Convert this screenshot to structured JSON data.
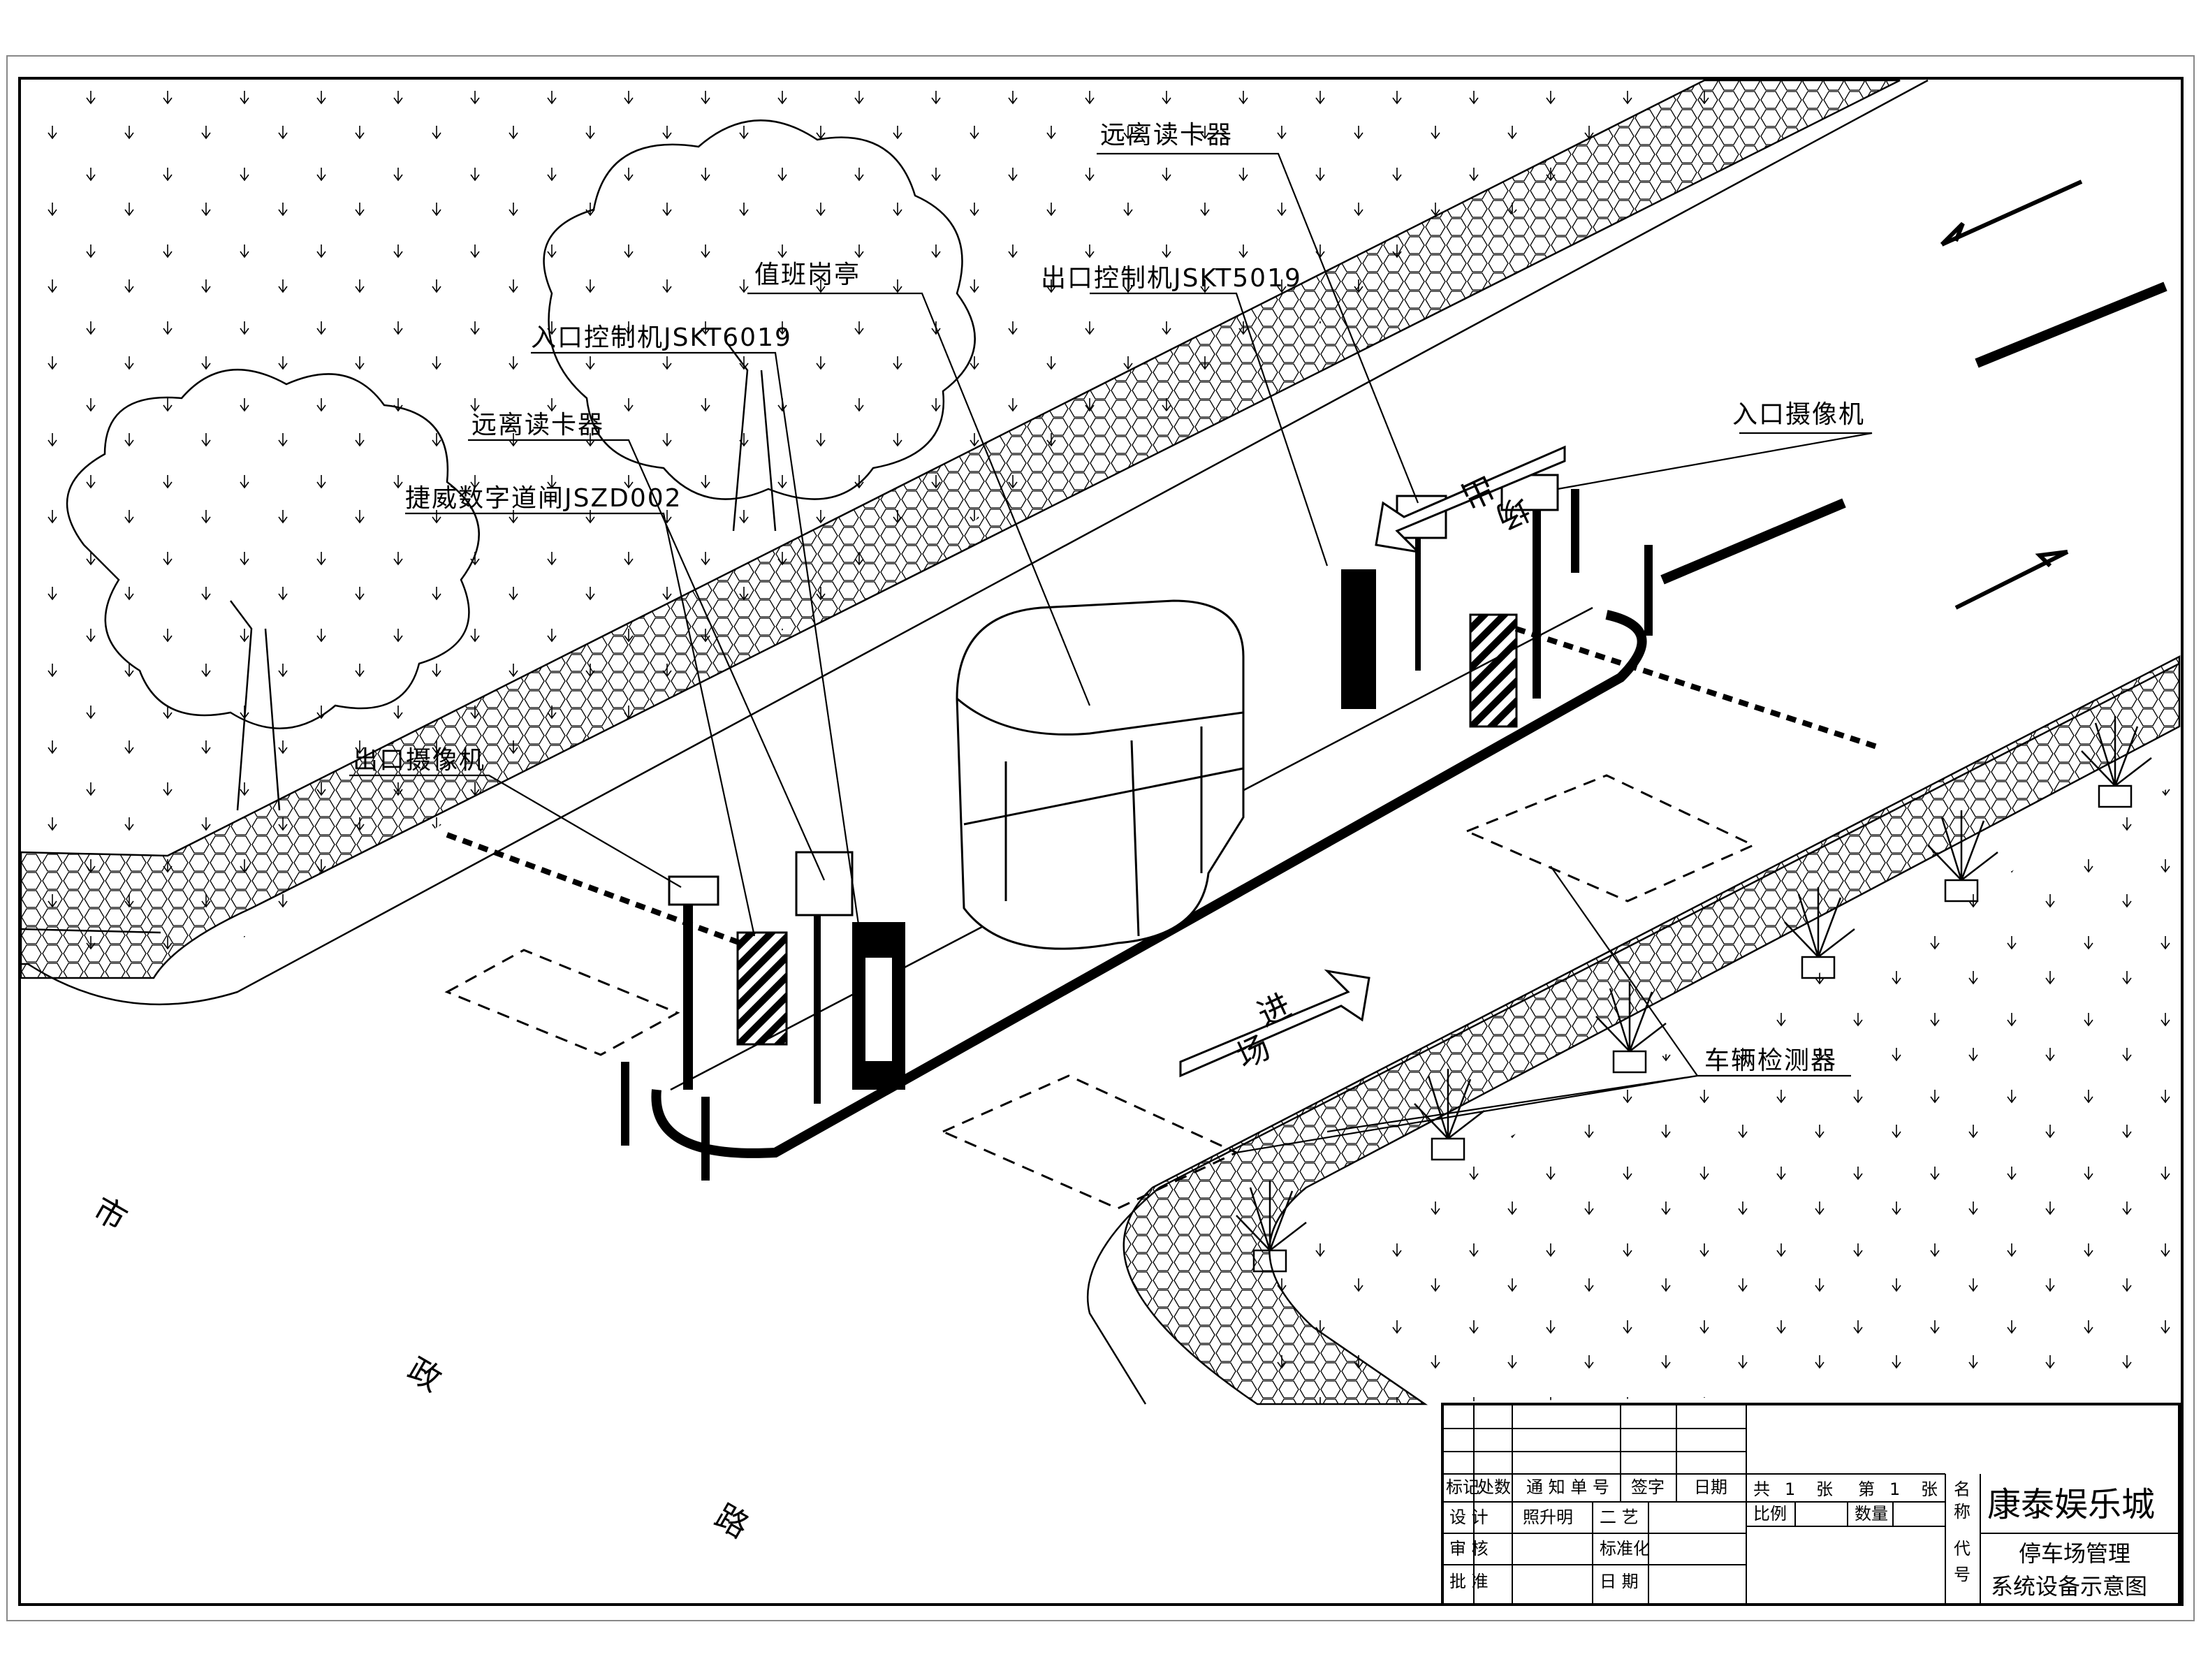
{
  "labels": {
    "remote_reader_top": "远离读卡器",
    "exit_controller": "出口控制机JSKT5019",
    "guard_booth": "值班岗亭",
    "entry_controller": "入口控制机JSKT6019",
    "entry_camera": "入口摄像机",
    "remote_reader_left": "远离读卡器",
    "barrier_gate": "捷威数字道闸JSZD002",
    "exit_camera": "出口摄像机",
    "vehicle_detector": "车辆检测器"
  },
  "road": {
    "shi": "市",
    "zheng": "政",
    "lu": "路"
  },
  "arrows": {
    "in_1": "进",
    "in_2": "场",
    "out_1": "出",
    "out_2": "场"
  },
  "title_block": {
    "header_cells": [
      "标记",
      "处数",
      "通 知 单 号",
      "签字",
      "日期"
    ],
    "row_design": [
      "设 计",
      "照升明",
      "二 艺"
    ],
    "row_review": [
      "审 核",
      "",
      "标准化"
    ],
    "row_approve": [
      "批 准",
      "",
      "日 期"
    ],
    "sheet_total_prefix": "共",
    "sheet_total": "1",
    "sheet_unit_1": "张",
    "sheet_no_prefix": "第",
    "sheet_no": "1",
    "sheet_unit_2": "张",
    "scale_label": "比例",
    "qty_label": "数量",
    "name_col": [
      "名",
      "称"
    ],
    "code_col": [
      "代",
      "号"
    ],
    "project_name": "康泰娱乐城",
    "drawing_title_1": "停车场管理",
    "drawing_title_2": "系统设备示意图"
  }
}
